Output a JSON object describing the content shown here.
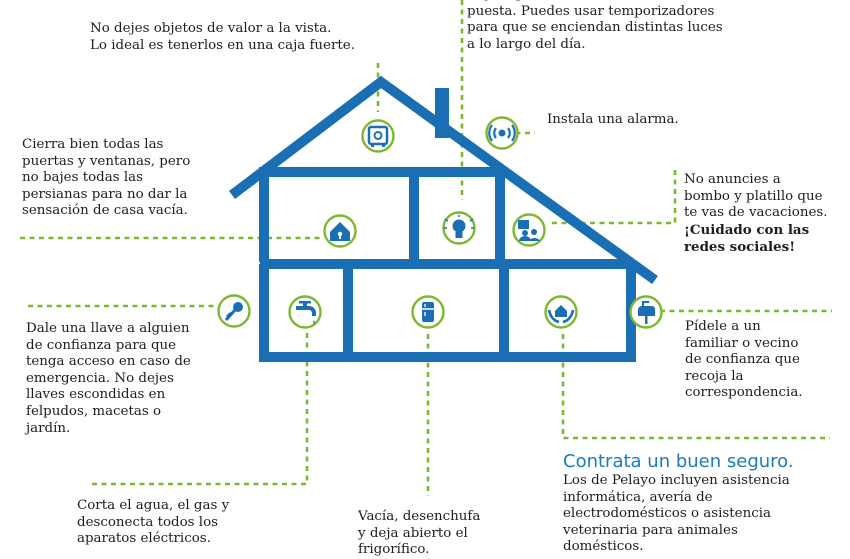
{
  "colors": {
    "house": "#1a6fb4",
    "dots": "#7cb82f",
    "accent": "#1a7bc0",
    "text": "#1d1d1b"
  },
  "tips": {
    "valuables": "No dejes objetos de valor a la vista.\nLo ideal es tenerlos en una caja fuerte.",
    "lights": "Deja alguna luz encendida o la música\npuesta. Puedes usar temporizadores\npara que se enciendan distintas luces\na lo largo del día.",
    "alarm": "Instala una alarma.",
    "doors": "Cierra bien todas las\npuertas y ventanas, pero\nno bajes todas las\npersianas para no dar la\nsensación de casa vacía.",
    "social_line": "No anuncies a\nbombo y platillo que\nte vas de vacaciones.",
    "social_bold": "¡Cuidado con las\nredes sociales!",
    "keys": "Dale una llave a alguien\nde confianza para que\ntenga acceso en caso de\nemergencia. No dejes\nllaves escondidas en\nfelpudos, macetas o\njardín.",
    "mail": "Pídele a un\nfamiliar o vecino\nde confianza que\nrecoja la\ncorrespondencia.",
    "insurance_title": "Contrata un buen seguro.",
    "insurance_body": "Los de Pelayo incluyen asistencia\ninformática, avería de\nelectrodomésticos o asistencia\nveterinaria para animales\ndomésticos.",
    "water": "Corta el agua, el gas y\ndesconecta todos los\naparatos eléctricos.",
    "fridge": "Vacía, desenchufa\ny deja abierto el\nfrigorífico."
  },
  "icons": [
    "safe-icon",
    "lightbulb-icon",
    "alarm-icon",
    "house-lock-icon",
    "people-icon",
    "key-icon",
    "faucet-icon",
    "fridge-icon",
    "hands-house-icon",
    "mailbox-icon"
  ]
}
